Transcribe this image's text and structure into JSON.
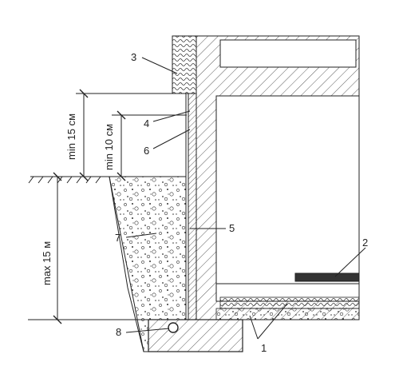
{
  "diagram": {
    "dimensions": {
      "min15": "min 15 см",
      "min10": "min 10 см",
      "max15": "max 15 м"
    },
    "callouts": [
      "1",
      "2",
      "3",
      "4",
      "5",
      "6",
      "7",
      "8"
    ]
  }
}
